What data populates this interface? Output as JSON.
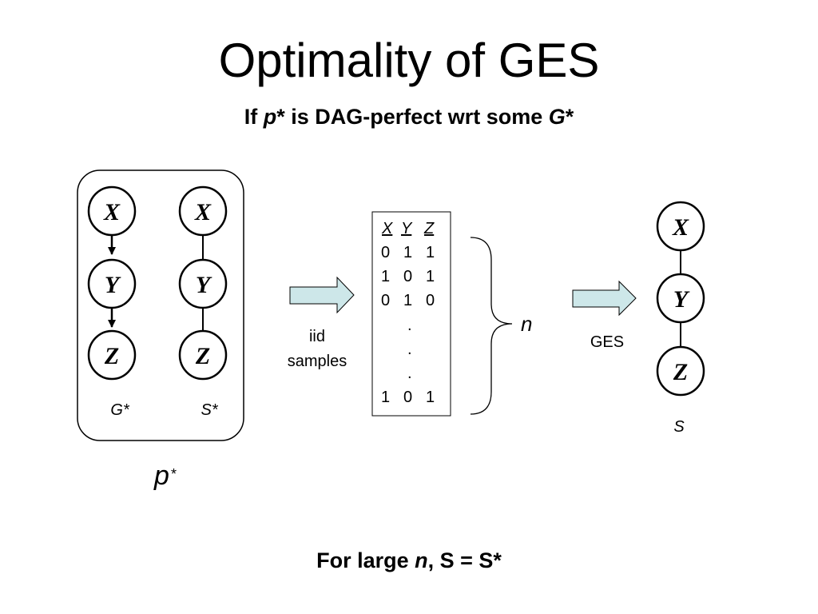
{
  "slide": {
    "title": "Optimality of GES",
    "subtitle": {
      "part1": "If ",
      "p_var": "p",
      "part2": "* is DAG-perfect wrt some ",
      "g_var": "G",
      "part3": "*"
    },
    "footer": {
      "part1": "For large ",
      "n_var": "n",
      "part2": ", S = S*"
    }
  },
  "left_box": {
    "g_graph": {
      "nodes": [
        "X",
        "Y",
        "Z"
      ],
      "edges_directed": true,
      "label": "G*"
    },
    "s_graph": {
      "nodes": [
        "X",
        "Y",
        "Z"
      ],
      "edges_directed": false,
      "label": "S*"
    },
    "dist_label": "p",
    "dist_sub": "*"
  },
  "arrow1_label": [
    "iid",
    "samples"
  ],
  "data_table": {
    "header": [
      "X",
      "Y",
      "Z"
    ],
    "rows": [
      [
        "0",
        "1",
        "1"
      ],
      [
        "1",
        "0",
        "1"
      ],
      [
        "0",
        "1",
        "0"
      ]
    ],
    "dots": [
      ".",
      ".",
      "."
    ],
    "last_row": [
      "1",
      "0",
      "1"
    ]
  },
  "brace_label": "n",
  "arrow2_label": "GES",
  "result_graph": {
    "nodes": [
      "X",
      "Y",
      "Z"
    ],
    "edges_directed": false,
    "label": "S"
  },
  "colors": {
    "arrow_fill": "#cde7e9",
    "stroke": "#000000"
  }
}
